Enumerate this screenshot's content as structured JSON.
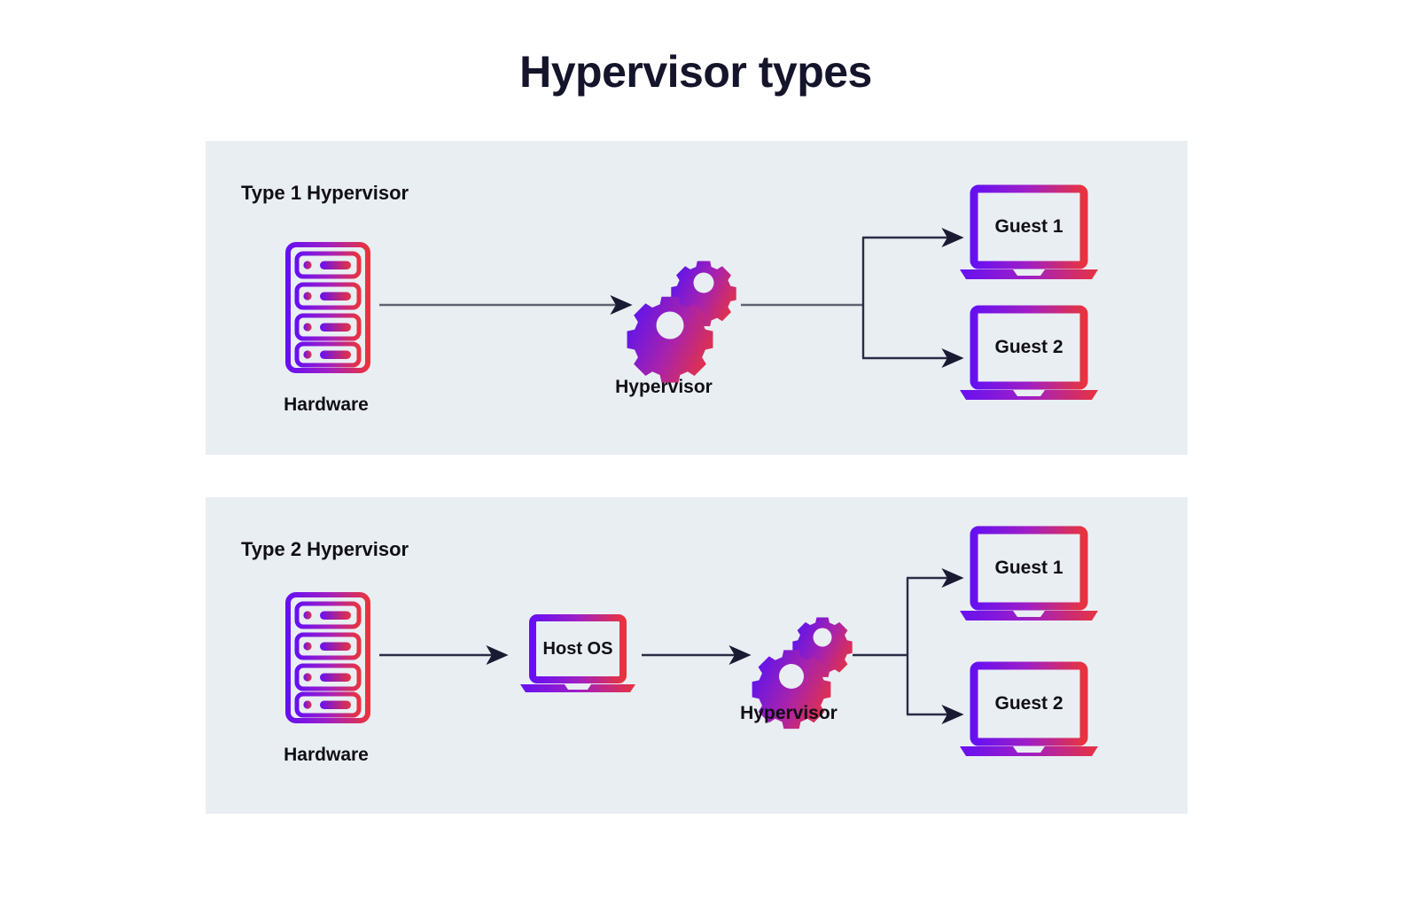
{
  "title": "Hypervisor types",
  "colors": {
    "panel_bg": "#e9eef3",
    "page_bg": "#ffffff",
    "title_color": "#14142b",
    "text_color": "#0f0f14",
    "gradient_start": "#6610f2",
    "gradient_mid": "#a01fc4",
    "gradient_end": "#e8333f",
    "arrow_color": "#1a1a33",
    "line_color": "#5e6470"
  },
  "sections": [
    {
      "id": "type1",
      "heading": "Type 1 Hypervisor",
      "nodes": {
        "hardware": {
          "icon": "server-icon",
          "caption": "Hardware"
        },
        "hypervisor": {
          "icon": "gears-icon",
          "caption": "Hypervisor"
        },
        "guests": [
          {
            "icon": "laptop-icon",
            "label": "Guest 1"
          },
          {
            "icon": "laptop-icon",
            "label": "Guest 2"
          }
        ]
      },
      "flow": [
        "Hardware",
        "Hypervisor",
        "Guest 1",
        "Guest 2"
      ]
    },
    {
      "id": "type2",
      "heading": "Type 2 Hypervisor",
      "nodes": {
        "hardware": {
          "icon": "server-icon",
          "caption": "Hardware"
        },
        "host_os": {
          "icon": "laptop-icon",
          "label": "Host OS"
        },
        "hypervisor": {
          "icon": "gears-icon",
          "caption": "Hypervisor"
        },
        "guests": [
          {
            "icon": "laptop-icon",
            "label": "Guest 1"
          },
          {
            "icon": "laptop-icon",
            "label": "Guest 2"
          }
        ]
      },
      "flow": [
        "Hardware",
        "Host OS",
        "Hypervisor",
        "Guest 1",
        "Guest 2"
      ]
    }
  ]
}
